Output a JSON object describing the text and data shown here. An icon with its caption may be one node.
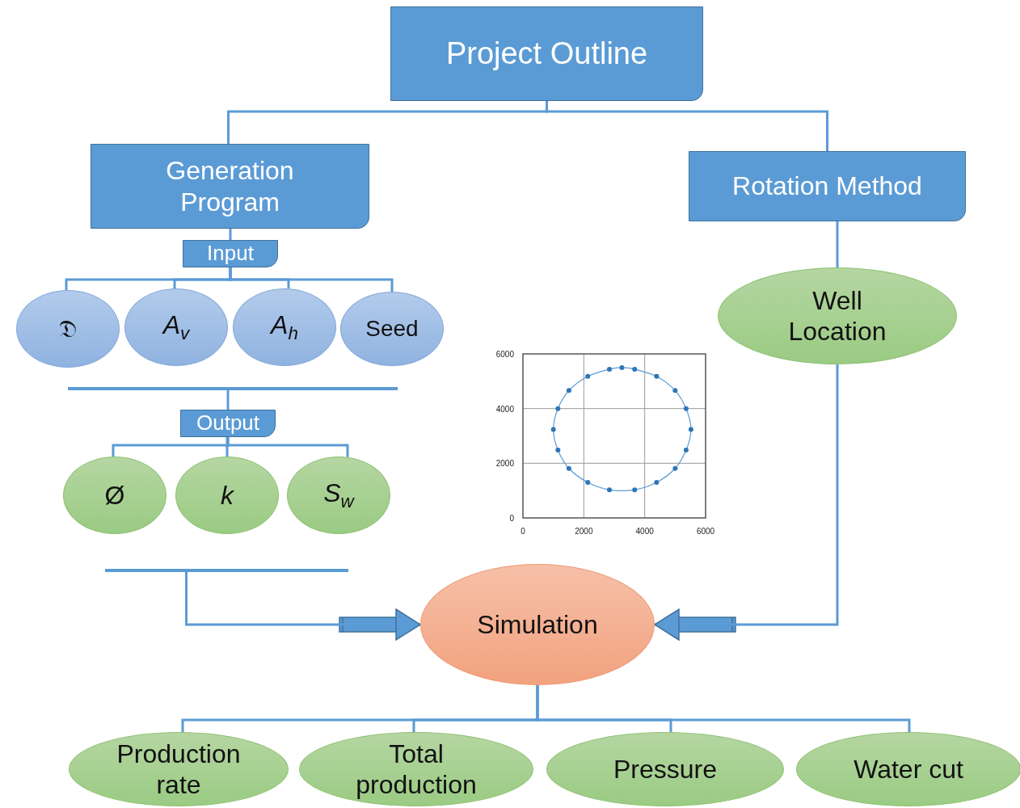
{
  "diagram": {
    "nodes": [
      {
        "text": [
          "Project Outline"
        ]
      },
      {
        "text": [
          "Generation Program"
        ]
      },
      {
        "text": [
          "Rotation Method"
        ]
      },
      {
        "text": [
          "Input"
        ]
      },
      {
        "text": [
          "𝔇"
        ]
      },
      {
        "text": [
          "*A*$_{v}$"
        ]
      },
      {
        "text": [
          "*A*$_{h}$"
        ]
      },
      {
        "text": [
          "Seed"
        ]
      },
      {
        "text": [
          "Well Location"
        ]
      },
      {
        "text": [],
        "shape": "bar"
      },
      {
        "text": [
          "Output"
        ]
      },
      {
        "text": [
          "Ø"
        ]
      },
      {
        "text": [
          "*k*"
        ]
      },
      {
        "text": [
          "*S*$_{w}$"
        ]
      },
      {
        "text": [],
        "shape": "bar"
      },
      {
        "text": [
          "Simulation"
        ]
      },
      {
        "text": [
          "Production rate"
        ]
      },
      {
        "text": [
          "Total production"
        ]
      },
      {
        "text": [
          "Pressure"
        ]
      },
      {
        "text": [
          "Water cut"
        ]
      }
    ],
    "edges": [
      {
        "from": 0,
        "to": 1,
        "arrow": "none"
      },
      {
        "from": 0,
        "to": 2,
        "arrow": "none"
      },
      {
        "from": 1,
        "to": 3,
        "arrow": "none"
      },
      {
        "from": 3,
        "to": 4,
        "arrow": "none"
      },
      {
        "from": 3,
        "to": 5,
        "arrow": "none"
      },
      {
        "from": 3,
        "to": 6,
        "arrow": "none"
      },
      {
        "from": 3,
        "to": 7,
        "arrow": "none"
      },
      {
        "from": 2,
        "to": 8,
        "arrow": "none"
      },
      {
        "from": 9,
        "to": 10,
        "arrow": "none"
      },
      {
        "from": 10,
        "to": 11,
        "arrow": "none"
      },
      {
        "from": 10,
        "to": 12,
        "arrow": "none"
      },
      {
        "from": 10,
        "to": 13,
        "arrow": "none"
      },
      {
        "from": 14,
        "to": 15,
        "arrow": "to"
      },
      {
        "from": 8,
        "to": 15,
        "arrow": "to"
      },
      {
        "from": 15,
        "to": 16,
        "arrow": "none"
      },
      {
        "from": 15,
        "to": 17,
        "arrow": "none"
      },
      {
        "from": 15,
        "to": 18,
        "arrow": "none"
      },
      {
        "from": 15,
        "to": 19,
        "arrow": "none"
      }
    ],
    "chart_data": {
      "type": "scatter",
      "x": [
        3250,
        3670,
        4390,
        5000,
        5360,
        5520,
        5360,
        5000,
        4390,
        3670,
        2840,
        2130,
        1510,
        1150,
        1000,
        1150,
        1510,
        2130,
        2840
      ],
      "series": [
        {
          "color": "#2e75b6",
          "values": [
            5500,
            5440,
            5180,
            4660,
            4000,
            3240,
            2480,
            1810,
            1300,
            1030,
            1030,
            1300,
            1810,
            2480,
            3240,
            4000,
            4660,
            5180,
            5440
          ]
        }
      ],
      "xlim": [
        0,
        6000
      ],
      "ylim": [
        0,
        6000
      ],
      "grid": true,
      "xticks": [
        0,
        2000,
        4000,
        6000
      ],
      "yticks": [
        0,
        2000,
        4000,
        6000
      ]
    }
  }
}
